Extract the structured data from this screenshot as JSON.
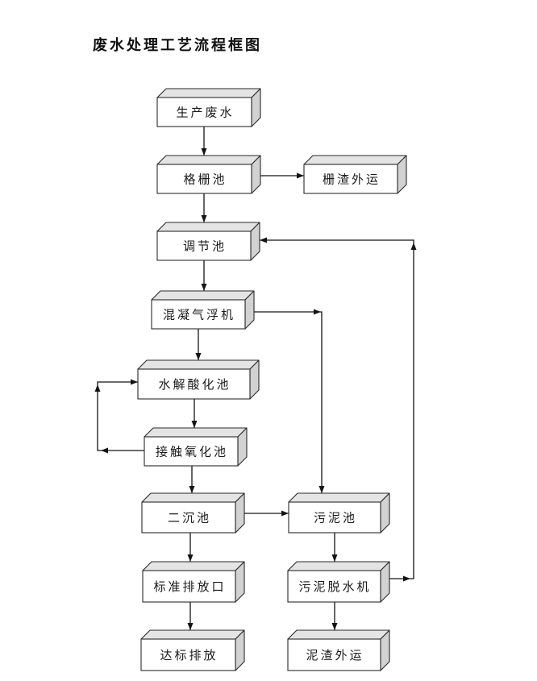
{
  "title": "废水处理工艺流程框图",
  "colors": {
    "background": "#ffffff",
    "box_front": "#ffffff",
    "box_top": "#e4e4e4",
    "box_side": "#d2d2d2",
    "box_stroke": "#2a2a2a",
    "line": "#141414",
    "text": "#1b1b1b",
    "title_text": "#111111"
  },
  "diagram": {
    "nodes": [
      {
        "id": "production-wastewater",
        "label": "生产废水"
      },
      {
        "id": "grid-pool",
        "label": "格栅池"
      },
      {
        "id": "screen-residue-out",
        "label": "栅渣外运"
      },
      {
        "id": "regulating-pool",
        "label": "调节池"
      },
      {
        "id": "coagulation-air-flotation",
        "label": "混凝气浮机"
      },
      {
        "id": "hydrolysis-acidification-pool",
        "label": "水解酸化池"
      },
      {
        "id": "contact-oxidation-pool",
        "label": "接触氧化池"
      },
      {
        "id": "secondary-sedimentation-pool",
        "label": "二沉池"
      },
      {
        "id": "sludge-pool",
        "label": "污泥池"
      },
      {
        "id": "standard-discharge-outlet",
        "label": "标准排放口"
      },
      {
        "id": "sludge-dewatering-machine",
        "label": "污泥脱水机"
      },
      {
        "id": "standard-discharge",
        "label": "达标排放"
      },
      {
        "id": "mud-residue-out",
        "label": "泥渣外运"
      }
    ],
    "edges": [
      {
        "id": "production-to-grid",
        "from": "production-wastewater",
        "to": "grid-pool"
      },
      {
        "id": "grid-to-screen-residue",
        "from": "grid-pool",
        "to": "screen-residue-out"
      },
      {
        "id": "grid-to-regulating",
        "from": "grid-pool",
        "to": "regulating-pool"
      },
      {
        "id": "regulating-to-flotation",
        "from": "regulating-pool",
        "to": "coagulation-air-flotation"
      },
      {
        "id": "flotation-to-hydrolysis",
        "from": "coagulation-air-flotation",
        "to": "hydrolysis-acidification-pool"
      },
      {
        "id": "hydrolysis-to-contact",
        "from": "hydrolysis-acidification-pool",
        "to": "contact-oxidation-pool"
      },
      {
        "id": "contact-return-to-hydrolysis",
        "from": "contact-oxidation-pool",
        "to": "hydrolysis-acidification-pool"
      },
      {
        "id": "contact-to-secondary",
        "from": "contact-oxidation-pool",
        "to": "secondary-sedimentation-pool"
      },
      {
        "id": "secondary-to-sludge-pool",
        "from": "secondary-sedimentation-pool",
        "to": "sludge-pool"
      },
      {
        "id": "secondary-to-outlet",
        "from": "secondary-sedimentation-pool",
        "to": "standard-discharge-outlet"
      },
      {
        "id": "outlet-to-discharge",
        "from": "standard-discharge-outlet",
        "to": "standard-discharge"
      },
      {
        "id": "flotation-to-sludge-pool",
        "from": "coagulation-air-flotation",
        "to": "sludge-pool"
      },
      {
        "id": "sludge-pool-to-dewatering",
        "from": "sludge-pool",
        "to": "sludge-dewatering-machine"
      },
      {
        "id": "dewatering-to-mud-residue",
        "from": "sludge-dewatering-machine",
        "to": "mud-residue-out"
      },
      {
        "id": "dewatering-return-to-regulating",
        "from": "sludge-dewatering-machine",
        "to": "regulating-pool"
      }
    ]
  }
}
